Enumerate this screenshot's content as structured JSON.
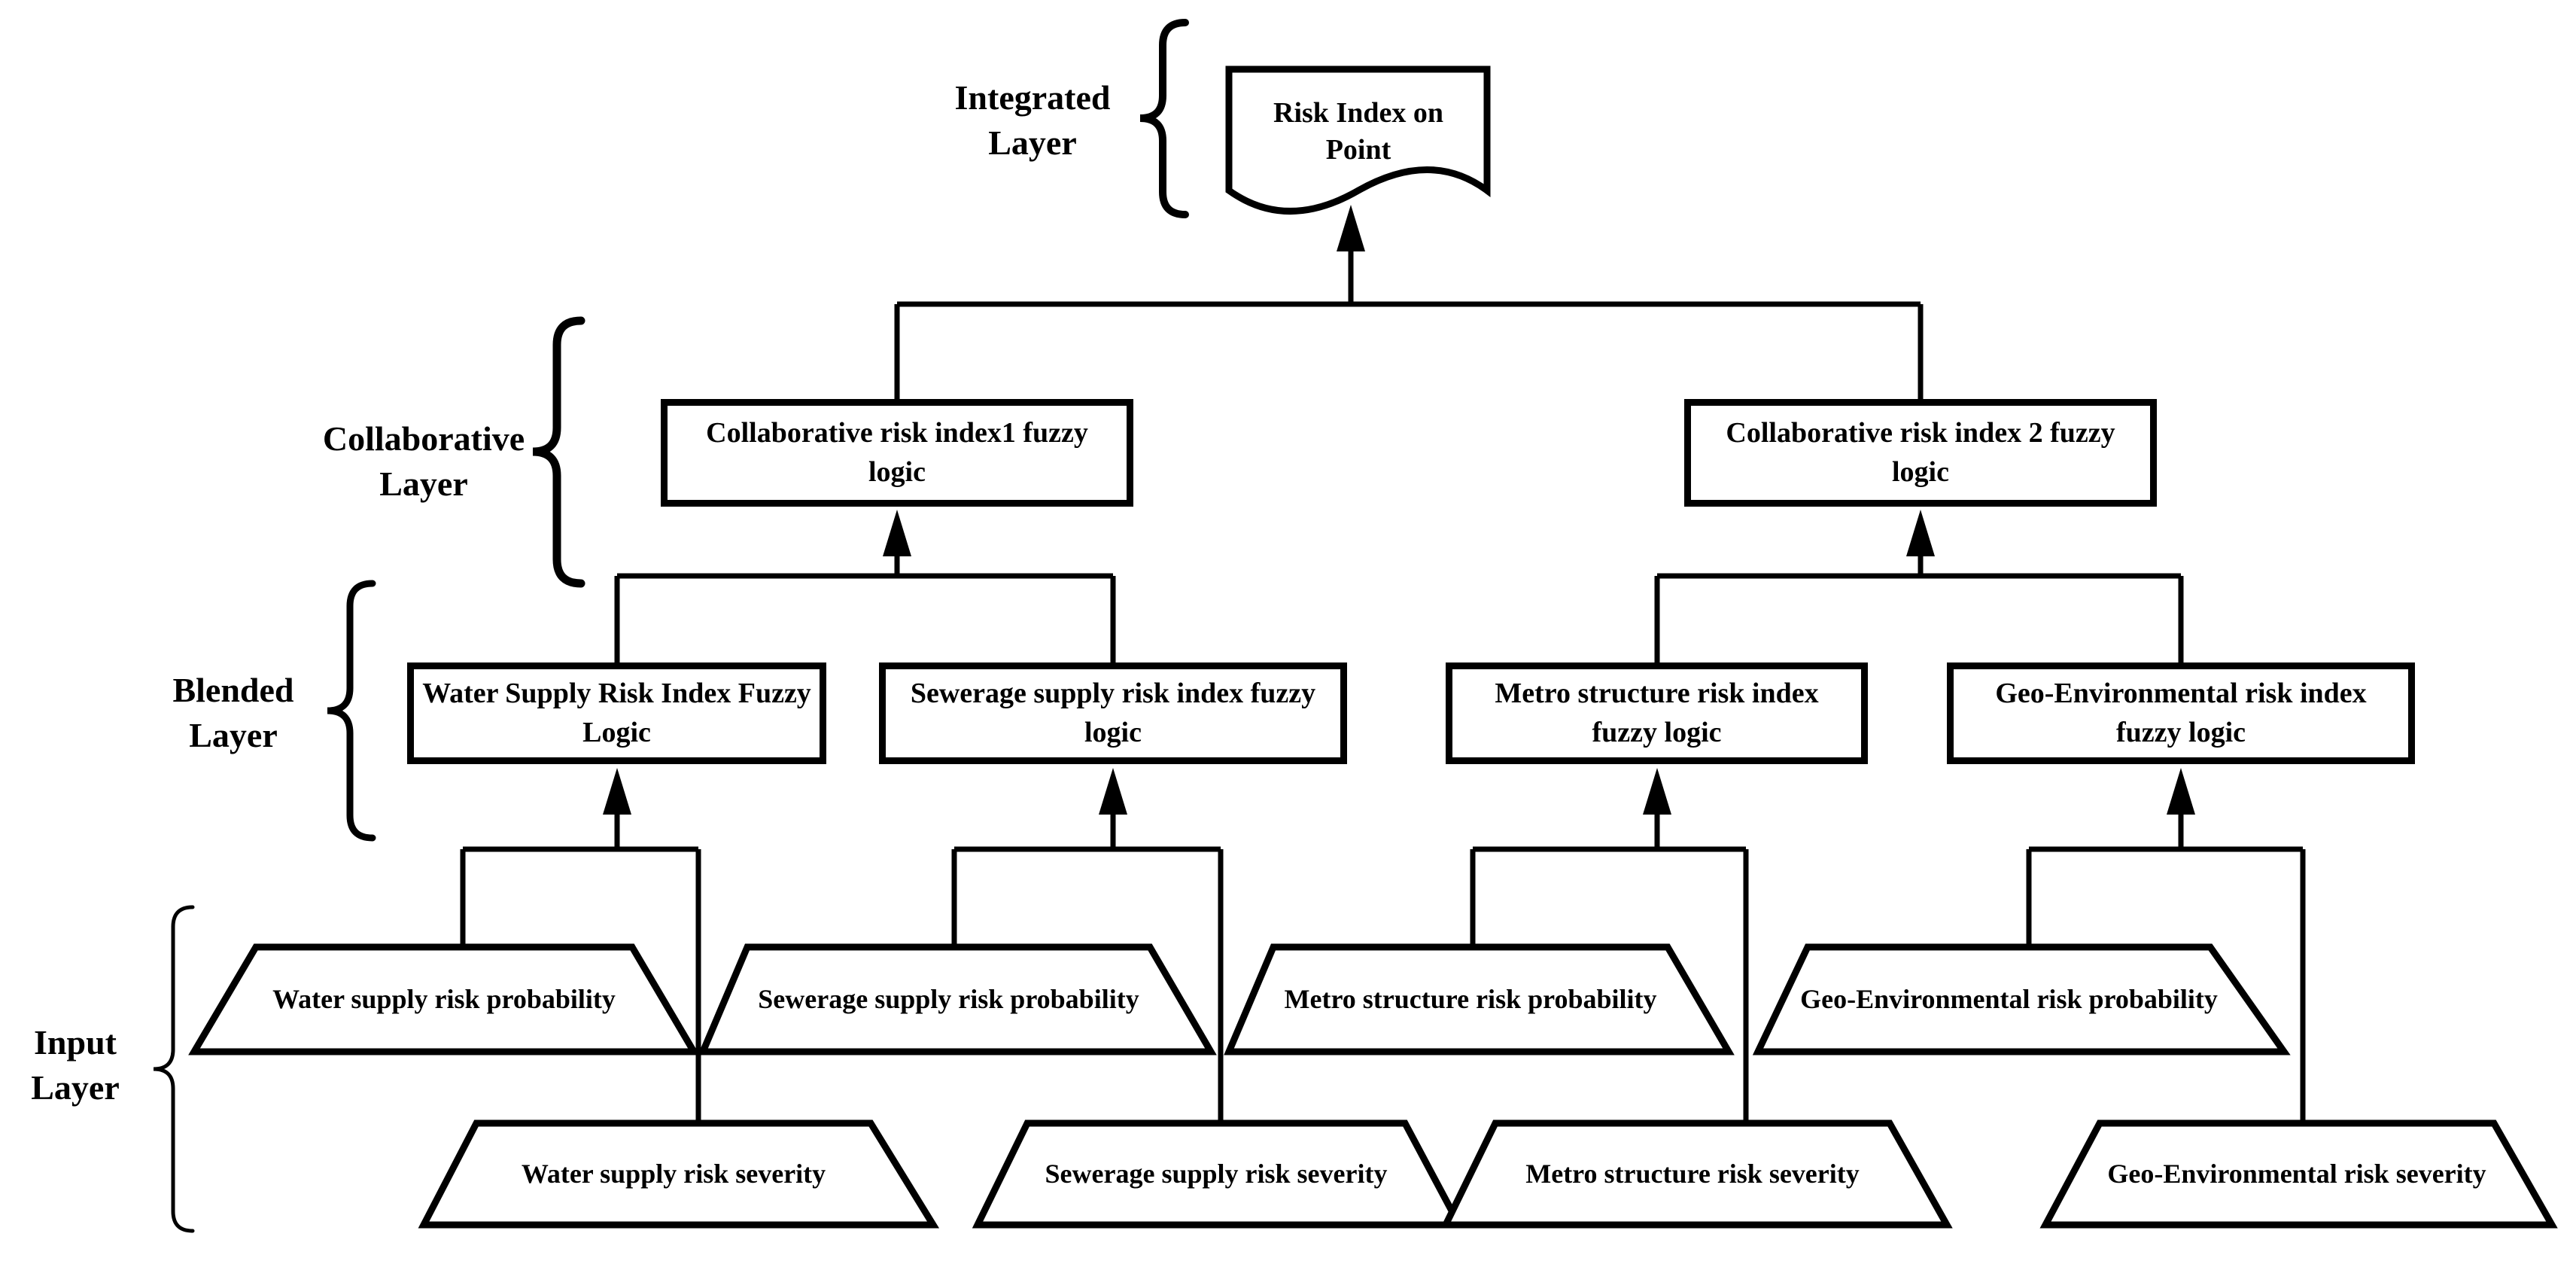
{
  "layer_labels": {
    "integrated": {
      "line1": "Integrated",
      "line2": "Layer"
    },
    "collaborative": {
      "line1": "Collaborative",
      "line2": "Layer"
    },
    "blended": {
      "line1": "Blended",
      "line2": "Layer"
    },
    "input": {
      "line1": "Input",
      "line2": "Layer"
    }
  },
  "nodes": {
    "risk_index_on_point": "Risk Index on Point",
    "collab_index_1": "Collaborative risk index1 fuzzy logic",
    "collab_index_2": "Collaborative risk index 2 fuzzy logic",
    "water_supply_index": "Water Supply Risk Index Fuzzy Logic",
    "sewerage_supply_index": "Sewerage supply risk index fuzzy logic",
    "metro_structure_index": "Metro structure risk index fuzzy logic",
    "geo_environmental_index": "Geo-Environmental risk index fuzzy logic",
    "water_supply_probability": "Water supply risk probability",
    "sewerage_supply_probability": "Sewerage supply risk probability",
    "metro_structure_probability": "Metro structure risk probability",
    "geo_environmental_probability": "Geo-Environmental risk probability",
    "water_supply_severity": "Water supply risk  severity",
    "sewerage_supply_severity": "Sewerage supply risk severity",
    "metro_structure_severity": "Metro structure risk  severity",
    "geo_environmental_severity": "Geo-Environmental risk severity"
  },
  "colors": {
    "line": "#000000",
    "background": "#ffffff"
  }
}
